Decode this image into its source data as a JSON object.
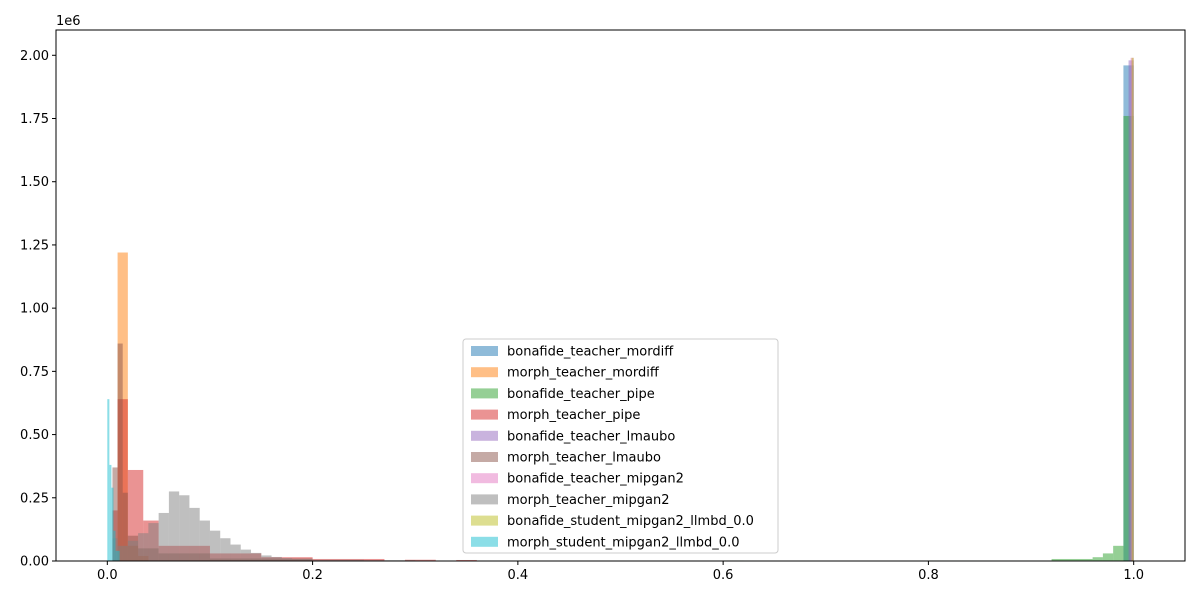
{
  "chart_data": {
    "type": "histogram",
    "title": "",
    "xlabel": "",
    "ylabel": "",
    "y_offset_label": "1e6",
    "xlim": [
      -0.05,
      1.05
    ],
    "ylim": [
      0,
      2100000
    ],
    "x_ticks": [
      0.0,
      0.2,
      0.4,
      0.6,
      0.8,
      1.0
    ],
    "x_tick_labels": [
      "0.0",
      "0.2",
      "0.4",
      "0.6",
      "0.8",
      "1.0"
    ],
    "y_ticks": [
      0,
      250000,
      500000,
      750000,
      1000000,
      1250000,
      1500000,
      1750000,
      2000000
    ],
    "y_tick_labels": [
      "0.00",
      "0.25",
      "0.50",
      "0.75",
      "1.00",
      "1.25",
      "1.50",
      "1.75",
      "2.00"
    ],
    "grid": false,
    "legend_position": "lower-center",
    "bar_opacity": 0.5,
    "series": [
      {
        "name": "bonafide_teacher_mordiff",
        "color": "#1f77b4",
        "bars": [
          [
            0.99,
            1.0,
            1960000
          ]
        ]
      },
      {
        "name": "morph_teacher_mordiff",
        "color": "#ff7f0e",
        "bars": [
          [
            0.01,
            0.02,
            1220000
          ],
          [
            0.02,
            0.03,
            60000
          ],
          [
            0.03,
            0.04,
            20000
          ]
        ]
      },
      {
        "name": "bonafide_teacher_pipe",
        "color": "#2ca02c",
        "bars": [
          [
            0.6,
            0.62,
            2000
          ],
          [
            0.8,
            0.92,
            2000
          ],
          [
            0.92,
            0.96,
            8000
          ],
          [
            0.96,
            0.97,
            15000
          ],
          [
            0.97,
            0.98,
            30000
          ],
          [
            0.98,
            0.99,
            60000
          ],
          [
            0.99,
            1.0,
            1760000
          ]
        ]
      },
      {
        "name": "morph_teacher_pipe",
        "color": "#d62728",
        "bars": [
          [
            0.005,
            0.01,
            200000
          ],
          [
            0.01,
            0.02,
            640000
          ],
          [
            0.02,
            0.035,
            360000
          ],
          [
            0.035,
            0.05,
            160000
          ],
          [
            0.05,
            0.1,
            60000
          ],
          [
            0.1,
            0.15,
            30000
          ],
          [
            0.15,
            0.2,
            15000
          ],
          [
            0.2,
            0.27,
            8000
          ],
          [
            0.29,
            0.32,
            5000
          ],
          [
            0.34,
            0.36,
            4000
          ]
        ]
      },
      {
        "name": "bonafide_teacher_lmaubo",
        "color": "#9467bd",
        "bars": [
          [
            0.995,
            1.0,
            1980000
          ]
        ]
      },
      {
        "name": "morph_teacher_lmaubo",
        "color": "#8c564b",
        "bars": [
          [
            0.005,
            0.01,
            370000
          ],
          [
            0.01,
            0.015,
            860000
          ],
          [
            0.015,
            0.02,
            270000
          ],
          [
            0.02,
            0.03,
            100000
          ],
          [
            0.03,
            0.05,
            50000
          ],
          [
            0.05,
            0.1,
            30000
          ],
          [
            0.1,
            0.2,
            10000
          ]
        ]
      },
      {
        "name": "bonafide_teacher_mipgan2",
        "color": "#e377c2",
        "bars": [
          [
            0.997,
            1.0,
            1990000
          ]
        ]
      },
      {
        "name": "morph_teacher_mipgan2",
        "color": "#7f7f7f",
        "bars": [
          [
            0.005,
            0.01,
            90000
          ],
          [
            0.01,
            0.02,
            60000
          ],
          [
            0.02,
            0.03,
            80000
          ],
          [
            0.03,
            0.04,
            110000
          ],
          [
            0.04,
            0.05,
            150000
          ],
          [
            0.05,
            0.06,
            190000
          ],
          [
            0.06,
            0.07,
            275000
          ],
          [
            0.07,
            0.08,
            260000
          ],
          [
            0.08,
            0.09,
            210000
          ],
          [
            0.09,
            0.1,
            160000
          ],
          [
            0.1,
            0.11,
            120000
          ],
          [
            0.11,
            0.12,
            90000
          ],
          [
            0.12,
            0.13,
            65000
          ],
          [
            0.13,
            0.14,
            45000
          ],
          [
            0.14,
            0.15,
            32000
          ],
          [
            0.15,
            0.16,
            22000
          ],
          [
            0.16,
            0.17,
            16000
          ],
          [
            0.17,
            0.18,
            11000
          ],
          [
            0.18,
            0.2,
            8000
          ],
          [
            0.2,
            0.25,
            5000
          ],
          [
            0.25,
            0.3,
            3000
          ]
        ]
      },
      {
        "name": "bonafide_student_mipgan2_llmbd_0.0",
        "color": "#bcbd22",
        "bars": [
          [
            0.998,
            1.0,
            1990000
          ]
        ]
      },
      {
        "name": "morph_student_mipgan2_llmbd_0.0",
        "color": "#17becf",
        "bars": [
          [
            0.0,
            0.002,
            640000
          ],
          [
            0.002,
            0.004,
            380000
          ],
          [
            0.004,
            0.006,
            290000
          ],
          [
            0.006,
            0.008,
            120000
          ],
          [
            0.008,
            0.012,
            40000
          ]
        ]
      }
    ]
  }
}
